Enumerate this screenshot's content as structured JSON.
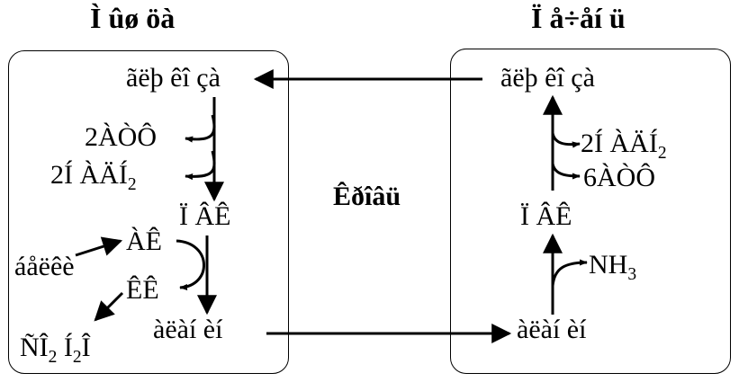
{
  "titles": {
    "left": "Ì ûø öà",
    "right": "Ï å÷åí ü",
    "center": "Êðîâü"
  },
  "left_panel": {
    "glucose": "ãëþ êî çà",
    "atp": "2ÀÒÔ",
    "nadh": "2Í  ÀÄÍ",
    "nadh_sub": "2",
    "pvk": "Ï  ÂÊ",
    "ak": "ÀÊ",
    "protein": "áåëêè",
    "kk": "ÊÊ",
    "co2": "ÑÎ",
    "co2_sub": "2",
    "h2o": "Í",
    "h2o_sub": "2",
    "h2o_end": "Î",
    "alanine": "àëàí èí"
  },
  "right_panel": {
    "glucose": "ãëþ êî çà",
    "nadh": "2Í  ÀÄÍ",
    "nadh_sub": "2",
    "atp": "6ÀÒÔ",
    "pvk": "Ï  ÂÊ",
    "nh3": "NH",
    "nh3_sub": "3",
    "alanine": "àëàí èí"
  },
  "colors": {
    "stroke": "#000000",
    "background": "#ffffff"
  }
}
